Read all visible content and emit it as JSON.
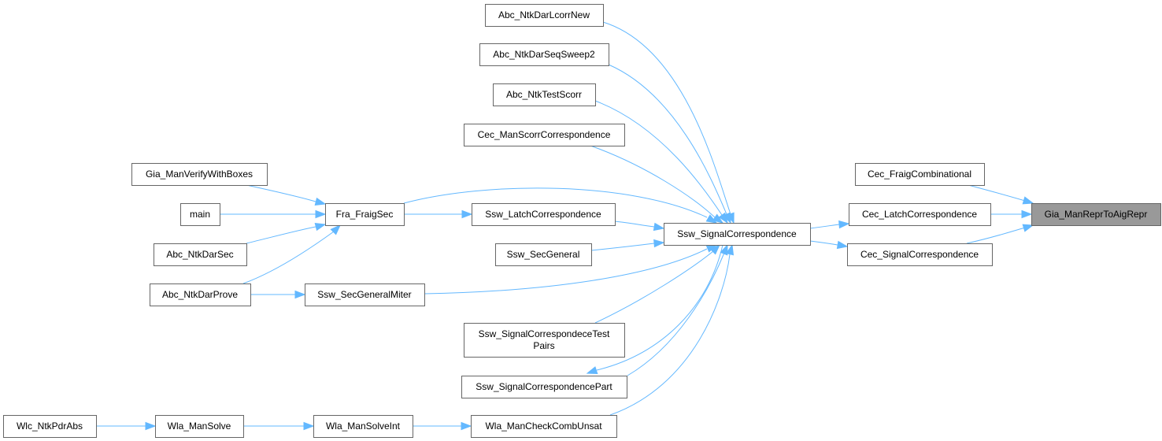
{
  "diagram": {
    "type": "call-graph",
    "direction": "caller-graph",
    "colors": {
      "edge": "#63b8ff",
      "node_border": "#666666",
      "node_fill": "#ffffff",
      "focus_fill": "#999999",
      "text": "#000000"
    },
    "focus_node": "gia_manreprtoaigrepr",
    "nodes": [
      {
        "id": "gia_manreprtoaigrepr",
        "label": "Gia_ManReprToAigRepr",
        "focus": true
      },
      {
        "id": "cec_fraigcombinational",
        "label": "Cec_FraigCombinational"
      },
      {
        "id": "cec_latchcorrespondence",
        "label": "Cec_LatchCorrespondence"
      },
      {
        "id": "cec_signalcorrespondence",
        "label": "Cec_SignalCorrespondence"
      },
      {
        "id": "ssw_signalcorrespondence",
        "label": "Ssw_SignalCorrespondence"
      },
      {
        "id": "abc_ntkdarlcorrnew",
        "label": "Abc_NtkDarLcorrNew"
      },
      {
        "id": "abc_ntkdarseqsweep2",
        "label": "Abc_NtkDarSeqSweep2"
      },
      {
        "id": "abc_ntktestscorr",
        "label": "Abc_NtkTestScorr"
      },
      {
        "id": "cec_manscorrcorrespondence",
        "label": "Cec_ManScorrCorrespondence"
      },
      {
        "id": "fra_fraigsec",
        "label": "Fra_FraigSec"
      },
      {
        "id": "ssw_latchcorrespondence",
        "label": "Ssw_LatchCorrespondence"
      },
      {
        "id": "ssw_secgeneral",
        "label": "Ssw_SecGeneral"
      },
      {
        "id": "ssw_secgeneralmiter",
        "label": "Ssw_SecGeneralMiter"
      },
      {
        "id": "ssw_signalcorrespondecetestpairs",
        "label": [
          "Ssw_SignalCorrespondeceTest",
          "Pairs"
        ]
      },
      {
        "id": "ssw_signalcorrespondencepart",
        "label": "Ssw_SignalCorrespondencePart"
      },
      {
        "id": "wla_mancheckcombunsat",
        "label": "Wla_ManCheckCombUnsat"
      },
      {
        "id": "gia_manverifywithboxes",
        "label": "Gia_ManVerifyWithBoxes"
      },
      {
        "id": "main",
        "label": "main"
      },
      {
        "id": "abc_ntkdarsec",
        "label": "Abc_NtkDarSec"
      },
      {
        "id": "abc_ntkdarprove",
        "label": "Abc_NtkDarProve"
      },
      {
        "id": "wla_mansolveint",
        "label": "Wla_ManSolveInt"
      },
      {
        "id": "wla_mansolve",
        "label": "Wla_ManSolve"
      },
      {
        "id": "wlc_ntkpdrabs",
        "label": "Wlc_NtkPdrAbs"
      }
    ],
    "edges": [
      {
        "from": "cec_fraigcombinational",
        "to": "gia_manreprtoaigrepr"
      },
      {
        "from": "cec_latchcorrespondence",
        "to": "gia_manreprtoaigrepr"
      },
      {
        "from": "cec_signalcorrespondence",
        "to": "gia_manreprtoaigrepr"
      },
      {
        "from": "ssw_signalcorrespondence",
        "to": "cec_latchcorrespondence"
      },
      {
        "from": "ssw_signalcorrespondence",
        "to": "cec_signalcorrespondence"
      },
      {
        "from": "abc_ntkdarlcorrnew",
        "to": "ssw_signalcorrespondence"
      },
      {
        "from": "abc_ntkdarseqsweep2",
        "to": "ssw_signalcorrespondence"
      },
      {
        "from": "abc_ntktestscorr",
        "to": "ssw_signalcorrespondence"
      },
      {
        "from": "cec_manscorrcorrespondence",
        "to": "ssw_signalcorrespondence"
      },
      {
        "from": "fra_fraigsec",
        "to": "ssw_signalcorrespondence"
      },
      {
        "from": "ssw_latchcorrespondence",
        "to": "ssw_signalcorrespondence"
      },
      {
        "from": "ssw_secgeneral",
        "to": "ssw_signalcorrespondence"
      },
      {
        "from": "ssw_secgeneralmiter",
        "to": "ssw_signalcorrespondence"
      },
      {
        "from": "ssw_signalcorrespondecetestpairs",
        "to": "ssw_signalcorrespondence"
      },
      {
        "from": "ssw_signalcorrespondencepart",
        "to": "ssw_signalcorrespondence"
      },
      {
        "from": "ssw_signalcorrespondence",
        "to": "ssw_signalcorrespondencepart"
      },
      {
        "from": "wla_mancheckcombunsat",
        "to": "ssw_signalcorrespondence"
      },
      {
        "from": "fra_fraigsec",
        "to": "ssw_latchcorrespondence"
      },
      {
        "from": "gia_manverifywithboxes",
        "to": "fra_fraigsec"
      },
      {
        "from": "main",
        "to": "fra_fraigsec"
      },
      {
        "from": "abc_ntkdarsec",
        "to": "fra_fraigsec"
      },
      {
        "from": "abc_ntkdarprove",
        "to": "fra_fraigsec"
      },
      {
        "from": "abc_ntkdarprove",
        "to": "ssw_secgeneralmiter"
      },
      {
        "from": "wla_mansolveint",
        "to": "wla_mancheckcombunsat"
      },
      {
        "from": "wla_mansolve",
        "to": "wla_mansolveint"
      },
      {
        "from": "wlc_ntkpdrabs",
        "to": "wla_mansolve"
      }
    ]
  }
}
